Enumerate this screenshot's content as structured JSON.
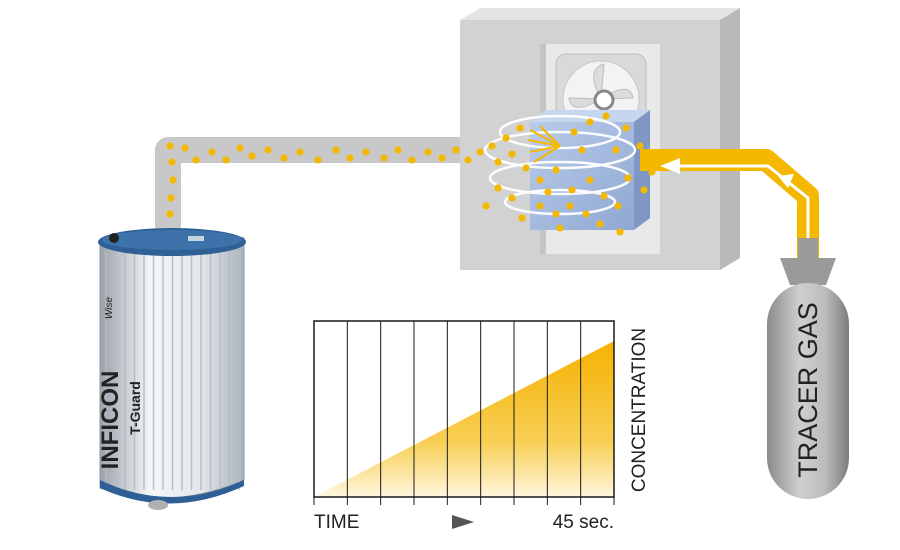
{
  "device": {
    "brand": "INFICON",
    "model": "T-Guard",
    "badge": "Wise"
  },
  "cylinder": {
    "label": "TRACER GAS"
  },
  "graph": {
    "x_label": "TIME",
    "x_end_label": "45 sec.",
    "y_label": "CONCENTRATION"
  },
  "chart_data": {
    "type": "area",
    "x": [
      0,
      45
    ],
    "y": [
      0,
      1
    ],
    "xlabel": "TIME",
    "ylabel": "CONCENTRATION",
    "x_tick_labels": [
      "45 sec."
    ],
    "grid": true
  },
  "colors": {
    "tracer_gas_yellow": "#f5b800",
    "pipe_gray": "#c8c8c8",
    "enclosure_gray": "#d2d2d2",
    "component_blue": "#a9bfe0",
    "device_trim_blue": "#2e5f95"
  }
}
